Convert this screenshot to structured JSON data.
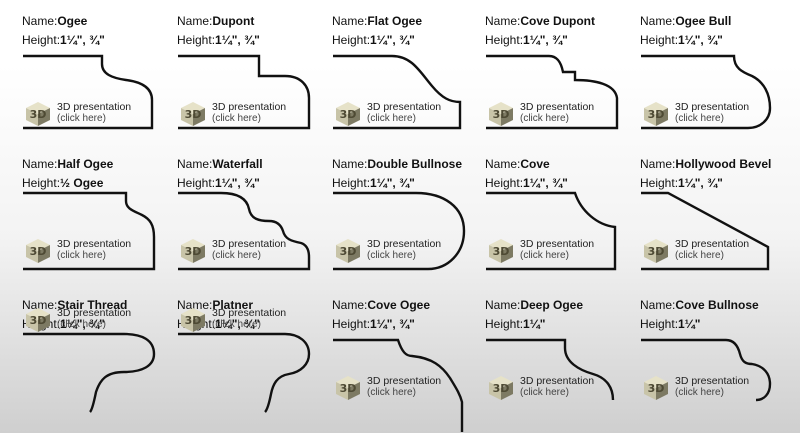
{
  "labels": {
    "name_prefix": "Name:",
    "height_prefix": "Height:"
  },
  "badge": {
    "line1": "3D presentation",
    "line2": "(click here)",
    "icon": "3d-cube-icon"
  },
  "colors": {
    "stroke": "#111111",
    "cube_face": "#c8c4a8",
    "cube_shadow": "#7d7a63"
  },
  "profiles": [
    {
      "name": "Ogee",
      "height": "1¼\", ¾\""
    },
    {
      "name": "Dupont",
      "height": "1¼\", ¾\""
    },
    {
      "name": "Flat Ogee",
      "height": "1¼\", ¾\""
    },
    {
      "name": "Cove Dupont",
      "height": "1¼\", ¾\""
    },
    {
      "name": "Ogee Bull",
      "height": "1¼\", ¾\""
    },
    {
      "name": "Half Ogee",
      "height": "½ Ogee"
    },
    {
      "name": "Waterfall",
      "height": "1¼\", ¾\""
    },
    {
      "name": "Double Bullnose",
      "height": "1¼\", ¾\""
    },
    {
      "name": "Cove",
      "height": "1¼\", ¾\""
    },
    {
      "name": "Hollywood Bevel",
      "height": "1¼\", ¾\""
    },
    {
      "name": "Stair Thread",
      "height": "1¼\", ¾\""
    },
    {
      "name": "Platner",
      "height": "1¼\", ¾\""
    },
    {
      "name": "Cove Ogee",
      "height": "1¼\", ¾\""
    },
    {
      "name": "Deep Ogee",
      "height": "1¼\""
    },
    {
      "name": "Cove Bullnose",
      "height": "1¼\""
    }
  ]
}
